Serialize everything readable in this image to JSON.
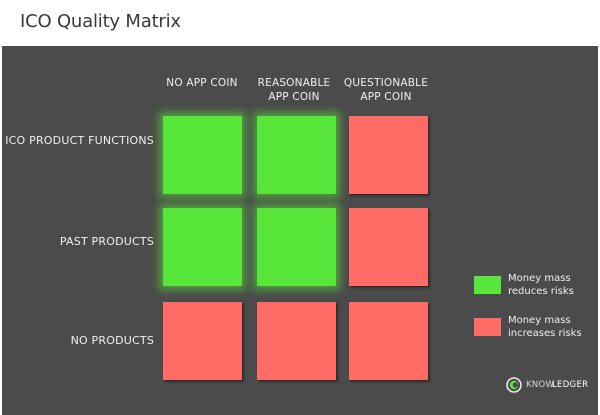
{
  "title": "ICO Quality Matrix",
  "columns": [
    {
      "line1": "NO APP COIN",
      "line2": ""
    },
    {
      "line1": "REASONABLE",
      "line2": "APP COIN"
    },
    {
      "line1": "QUESTIONABLE",
      "line2": "APP COIN"
    }
  ],
  "rows": [
    {
      "label": "ICO PRODUCT FUNCTIONS",
      "cells": [
        "green",
        "green",
        "red"
      ]
    },
    {
      "label": "PAST PRODUCTS",
      "cells": [
        "green",
        "green",
        "red"
      ]
    },
    {
      "label": "NO PRODUCTS",
      "cells": [
        "red",
        "red",
        "red"
      ]
    }
  ],
  "legend": {
    "green": {
      "line1": "Money mass",
      "line2": "reduces risks",
      "color": "#58e63a"
    },
    "red": {
      "line1": "Money mass",
      "line2": "increases risks",
      "color": "#ff6b65"
    }
  },
  "brand": {
    "part1": "KNOW",
    "part2": "LEDGER",
    "icon": "knowledger-logo-icon"
  },
  "colors": {
    "background": "#4b4b4b",
    "green": "#58e63a",
    "red": "#ff6b65"
  }
}
